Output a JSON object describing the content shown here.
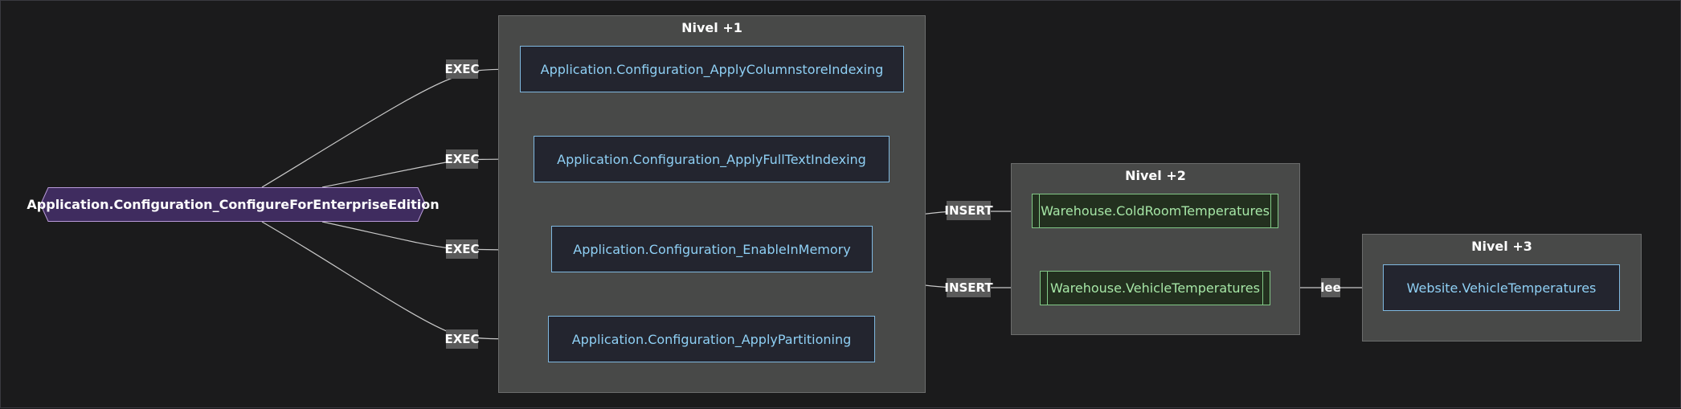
{
  "colors": {
    "background": "#1b1b1c",
    "cluster_fill": "#484948",
    "procedure_text": "#8fd0f5",
    "table_text": "#a6e6a6",
    "origin_fill": "#3f2c5f",
    "edge": "#c8c8c8"
  },
  "origin": {
    "label": "Application.Configuration_ConfigureForEnterpriseEdition",
    "shape": "hexagon"
  },
  "clusters": [
    {
      "title": "Nivel +1"
    },
    {
      "title": "Nivel +2"
    },
    {
      "title": "Nivel +3"
    }
  ],
  "nodes": {
    "columnstore": "Application.Configuration_ApplyColumnstoreIndexing",
    "fulltext": "Application.Configuration_ApplyFullTextIndexing",
    "inmemory": "Application.Configuration_EnableInMemory",
    "partitioning": "Application.Configuration_ApplyPartitioning",
    "coldroom": "Warehouse.ColdRoomTemperatures",
    "vehicle": "Warehouse.VehicleTemperatures",
    "website": "Website.VehicleTemperatures"
  },
  "edges": [
    {
      "from": "origin",
      "to": "columnstore",
      "label": "EXEC"
    },
    {
      "from": "origin",
      "to": "fulltext",
      "label": "EXEC"
    },
    {
      "from": "origin",
      "to": "inmemory",
      "label": "EXEC"
    },
    {
      "from": "origin",
      "to": "partitioning",
      "label": "EXEC"
    },
    {
      "from": "inmemory",
      "to": "coldroom",
      "label": "INSERT"
    },
    {
      "from": "inmemory",
      "to": "vehicle",
      "label": "INSERT"
    },
    {
      "from": "vehicle",
      "to": "website",
      "label": "lee"
    }
  ]
}
